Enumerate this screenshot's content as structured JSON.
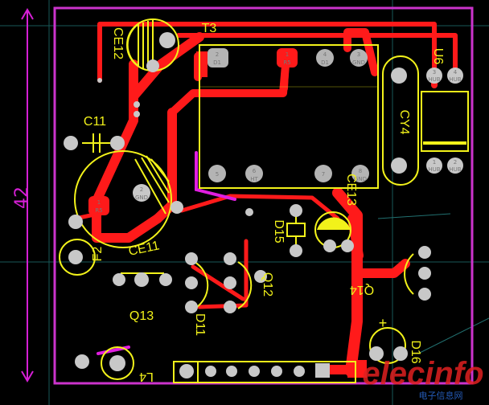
{
  "view": {
    "dimension_label": "42",
    "colors": {
      "background": "#000000",
      "board_outline": "#cc33cc",
      "copper": "#ff1a1a",
      "silkscreen": "#f2f21a",
      "pad": "#c8c8c8",
      "highlight": "#e01ee0",
      "guide": "#2a8c8c",
      "watermark_red": "#e02020",
      "watermark_blue": "#2c6bd8"
    }
  },
  "components": [
    {
      "ref": "CE12",
      "label": "CE12"
    },
    {
      "ref": "T3",
      "label": "T3"
    },
    {
      "ref": "U6",
      "label": "U6"
    },
    {
      "ref": "CY4",
      "label": "CY4"
    },
    {
      "ref": "C11",
      "label": "C11"
    },
    {
      "ref": "CE11",
      "label": "CE11"
    },
    {
      "ref": "F2",
      "label": "F2"
    },
    {
      "ref": "Q13",
      "label": "Q13"
    },
    {
      "ref": "D11",
      "label": "D11"
    },
    {
      "ref": "Q12",
      "label": "Q12"
    },
    {
      "ref": "D15",
      "label": "D15"
    },
    {
      "ref": "CE13",
      "label": "CE13"
    },
    {
      "ref": "Q14",
      "label": "Q14"
    },
    {
      "ref": "D16",
      "label": "D16"
    },
    {
      "ref": "L4",
      "label": "L4"
    }
  ],
  "polarity_mark": "+",
  "pads": [
    {
      "number": "2",
      "net": "D1"
    },
    {
      "number": "1",
      "net": "R5"
    },
    {
      "number": "4",
      "net": "D1"
    },
    {
      "number": "3",
      "net": "GND"
    },
    {
      "number": "5",
      "net": ""
    },
    {
      "number": "6",
      "net": "HT"
    },
    {
      "number": "7",
      "net": ""
    },
    {
      "number": "8",
      "net": "GND"
    },
    {
      "number": "3",
      "net": "HUB"
    },
    {
      "number": "4",
      "net": "HUB"
    },
    {
      "number": "1",
      "net": "HUB"
    },
    {
      "number": "2",
      "net": "HUB"
    },
    {
      "number": "1",
      "net": "R5"
    },
    {
      "number": "2",
      "net": "GND"
    }
  ],
  "watermark": {
    "brand": "elecinfo",
    "tagline": "电子信息网"
  }
}
